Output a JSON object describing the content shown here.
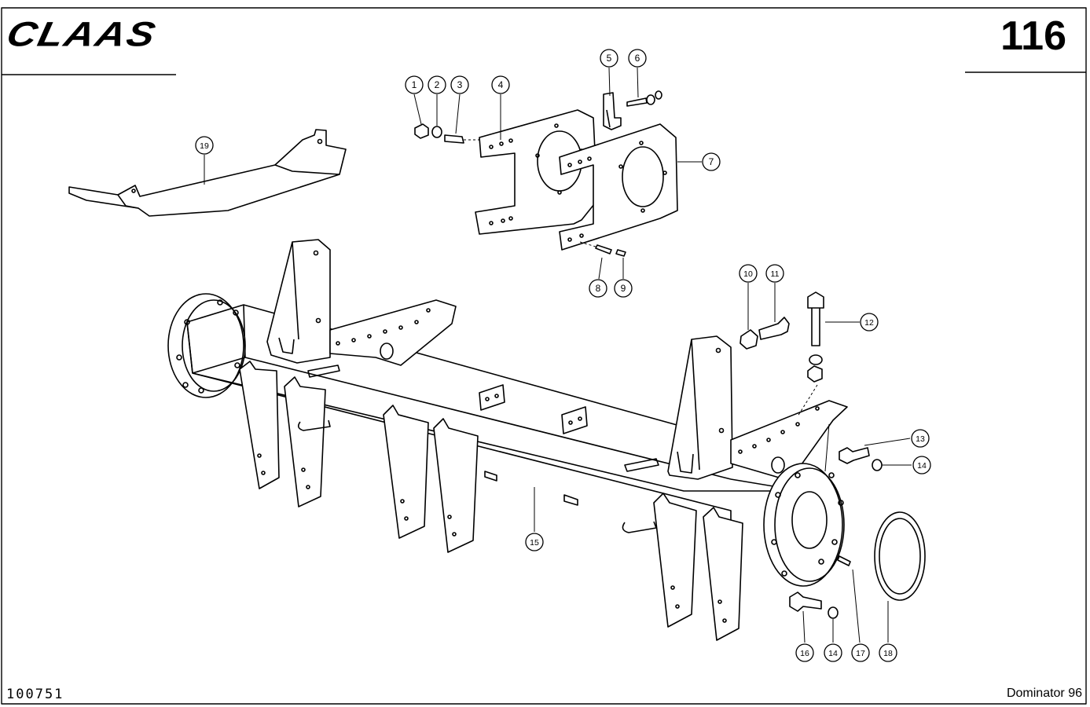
{
  "header": {
    "brand": "CLAAS",
    "page_number": "116"
  },
  "footer": {
    "doc_number": "100751",
    "model": "Dominator 96"
  },
  "callouts": [
    "1",
    "2",
    "3",
    "4",
    "5",
    "6",
    "7",
    "8",
    "9",
    "10",
    "11",
    "12",
    "13",
    "14",
    "15",
    "16",
    "14",
    "17",
    "18",
    "19"
  ]
}
